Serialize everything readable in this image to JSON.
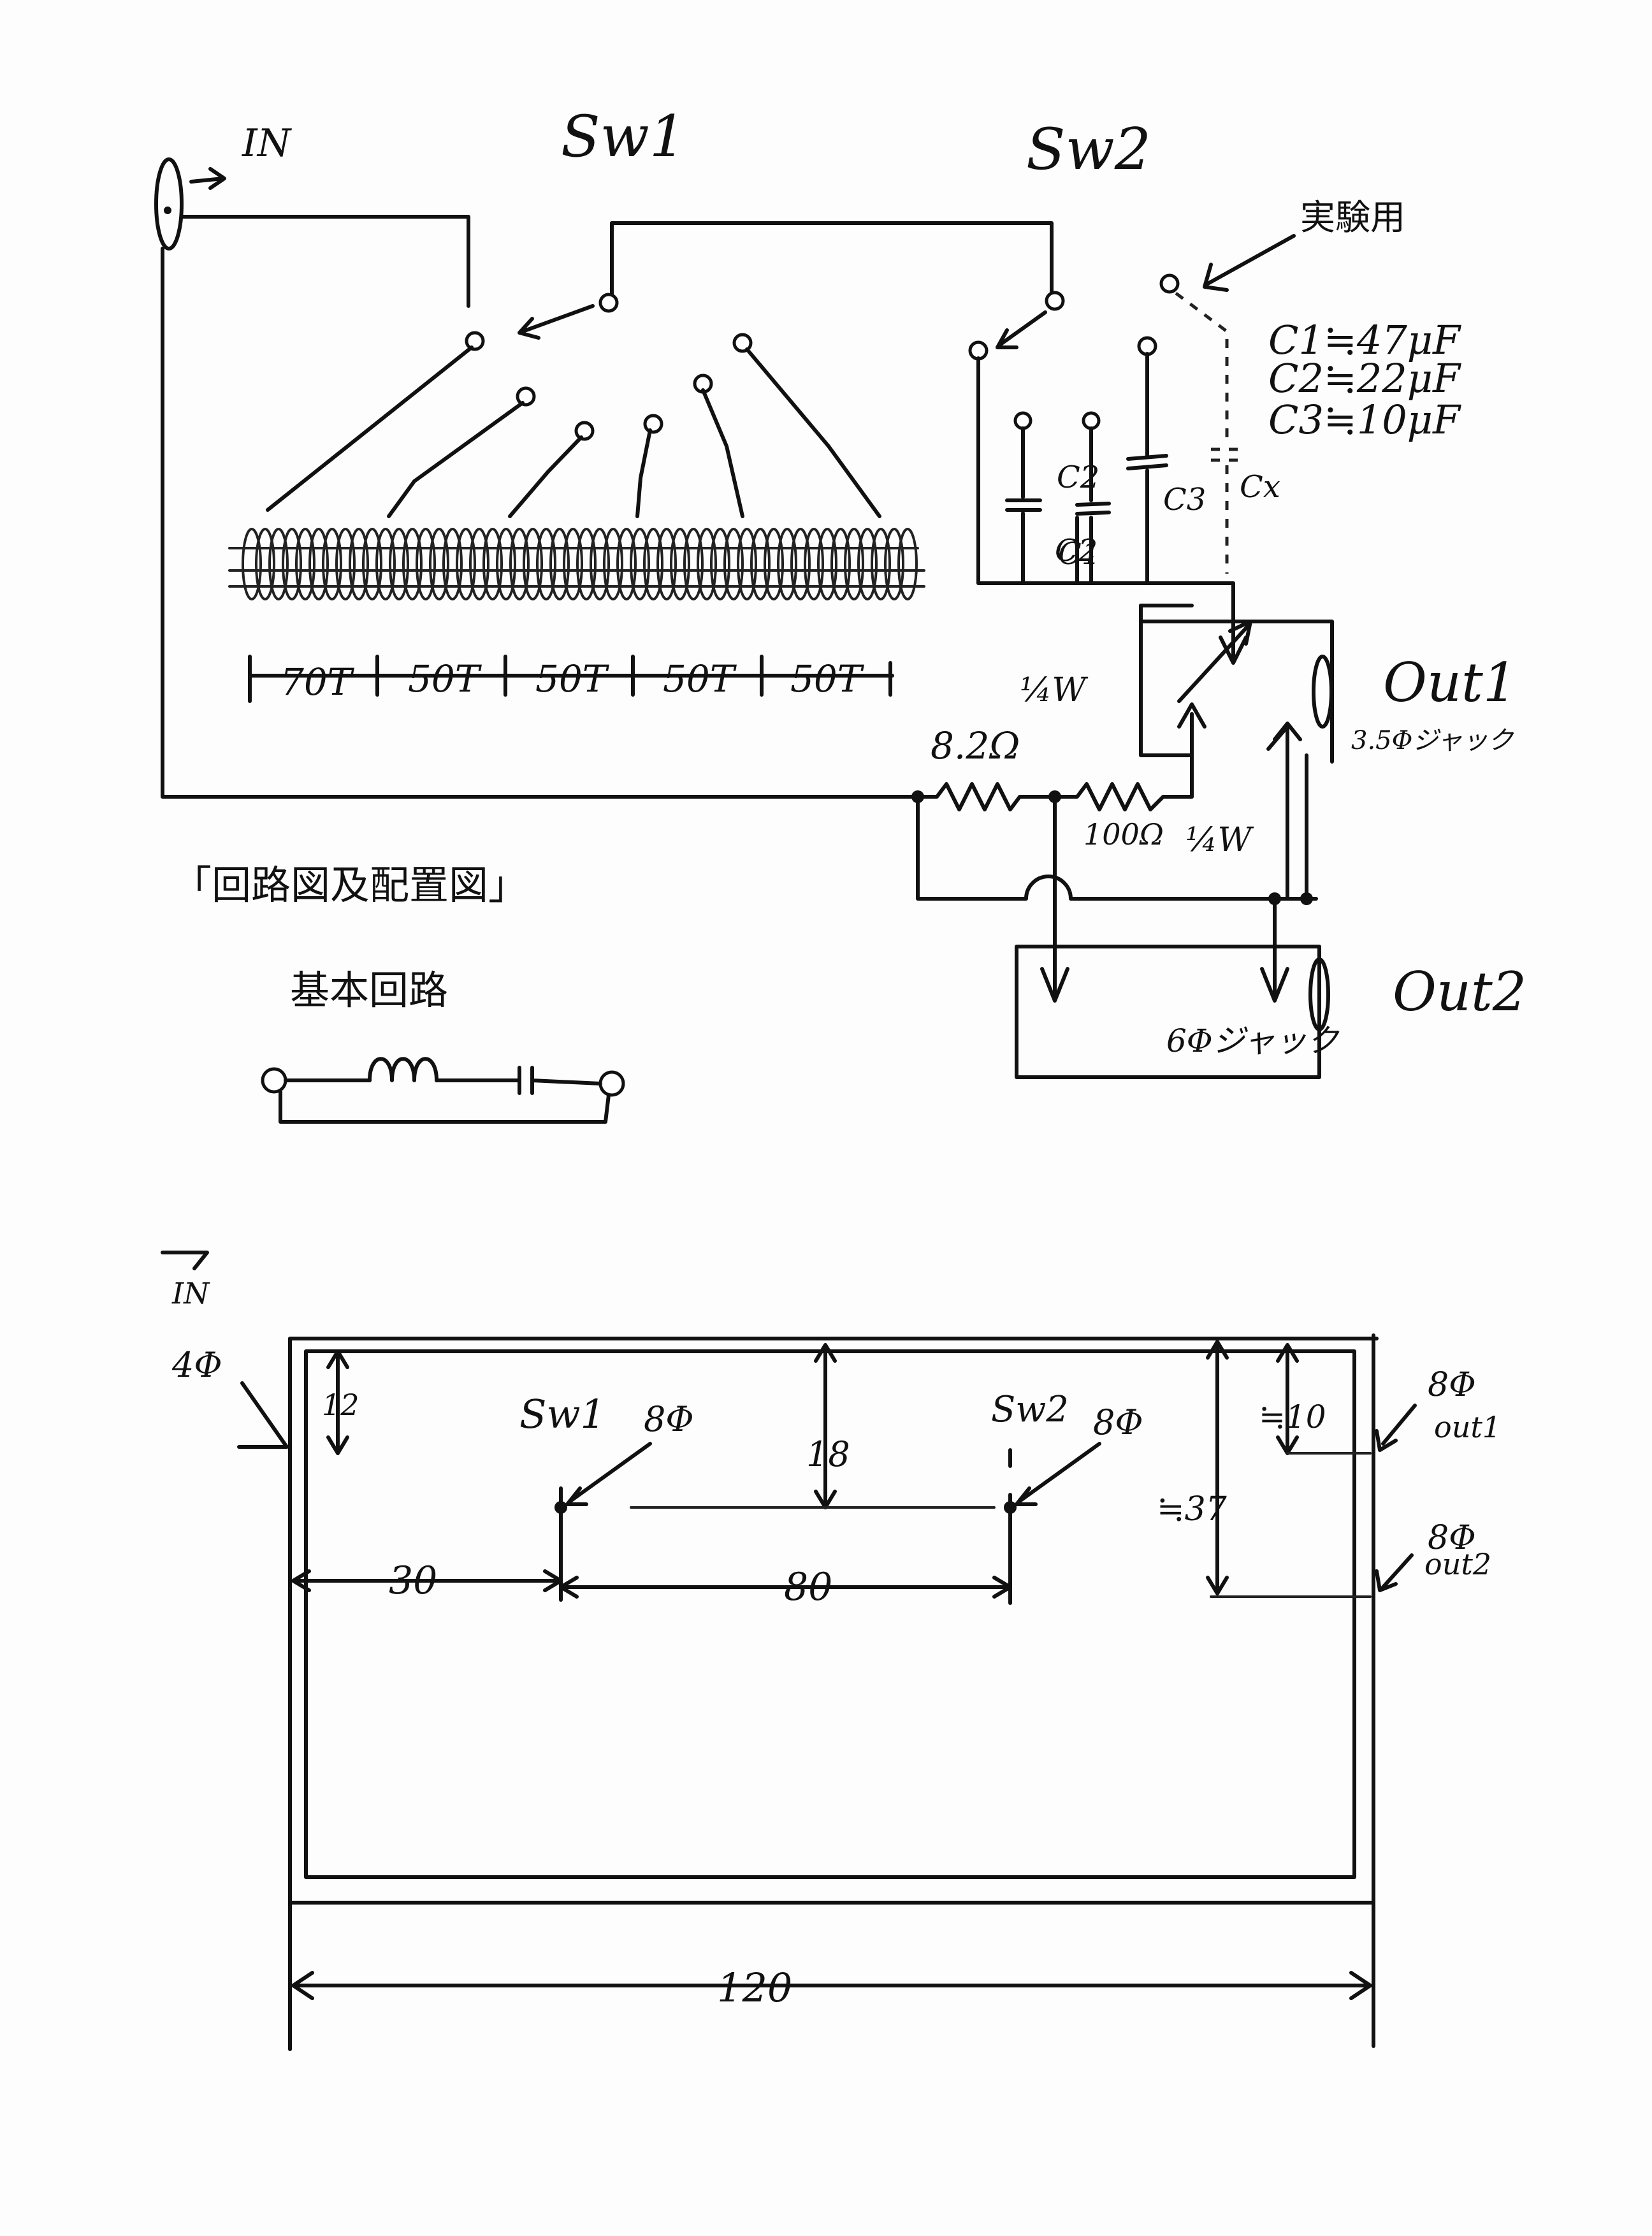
{
  "labels": {
    "in_top": "IN",
    "sw1": "Sw1",
    "sw2": "Sw2",
    "experiment": "実験用",
    "c1_value": "C1≒47μF",
    "c2_value": "C2≒22μF",
    "c3_value": "C3≒10μF",
    "c1": "C1",
    "c2a": "C2",
    "c2b": "C2",
    "c3": "C3",
    "cx": "Cx",
    "turns_1": "70T",
    "turns_2": "50T",
    "turns_3": "50T",
    "turns_4": "50T",
    "turns_5": "50T",
    "quarter_watt_1": "¼W",
    "quarter_watt_2": "¼W",
    "r1": "8.2Ω",
    "r2": "100Ω",
    "out1": "Out1",
    "out1_jack": "3.5Φジャック",
    "out2": "Out2",
    "out2_jack": "6Φジャック",
    "caption": "「回路図及配置図」",
    "basic_circuit": "基本回路"
  },
  "layout_dims": {
    "in_bottom": "IN",
    "hole_in": "4Φ",
    "dim_12": "12",
    "sw1": "Sw1",
    "sw1_hole": "8Φ",
    "dim_18": "18",
    "sw2": "Sw2",
    "sw2_hole": "8Φ",
    "dim_10": "≒10",
    "dim_37": "≒37",
    "out1_hole": "8Φ",
    "out1": "out1",
    "out2_hole": "8Φ",
    "out2": "out2",
    "dim_30": "30",
    "dim_80": "80",
    "dim_120": "120"
  }
}
